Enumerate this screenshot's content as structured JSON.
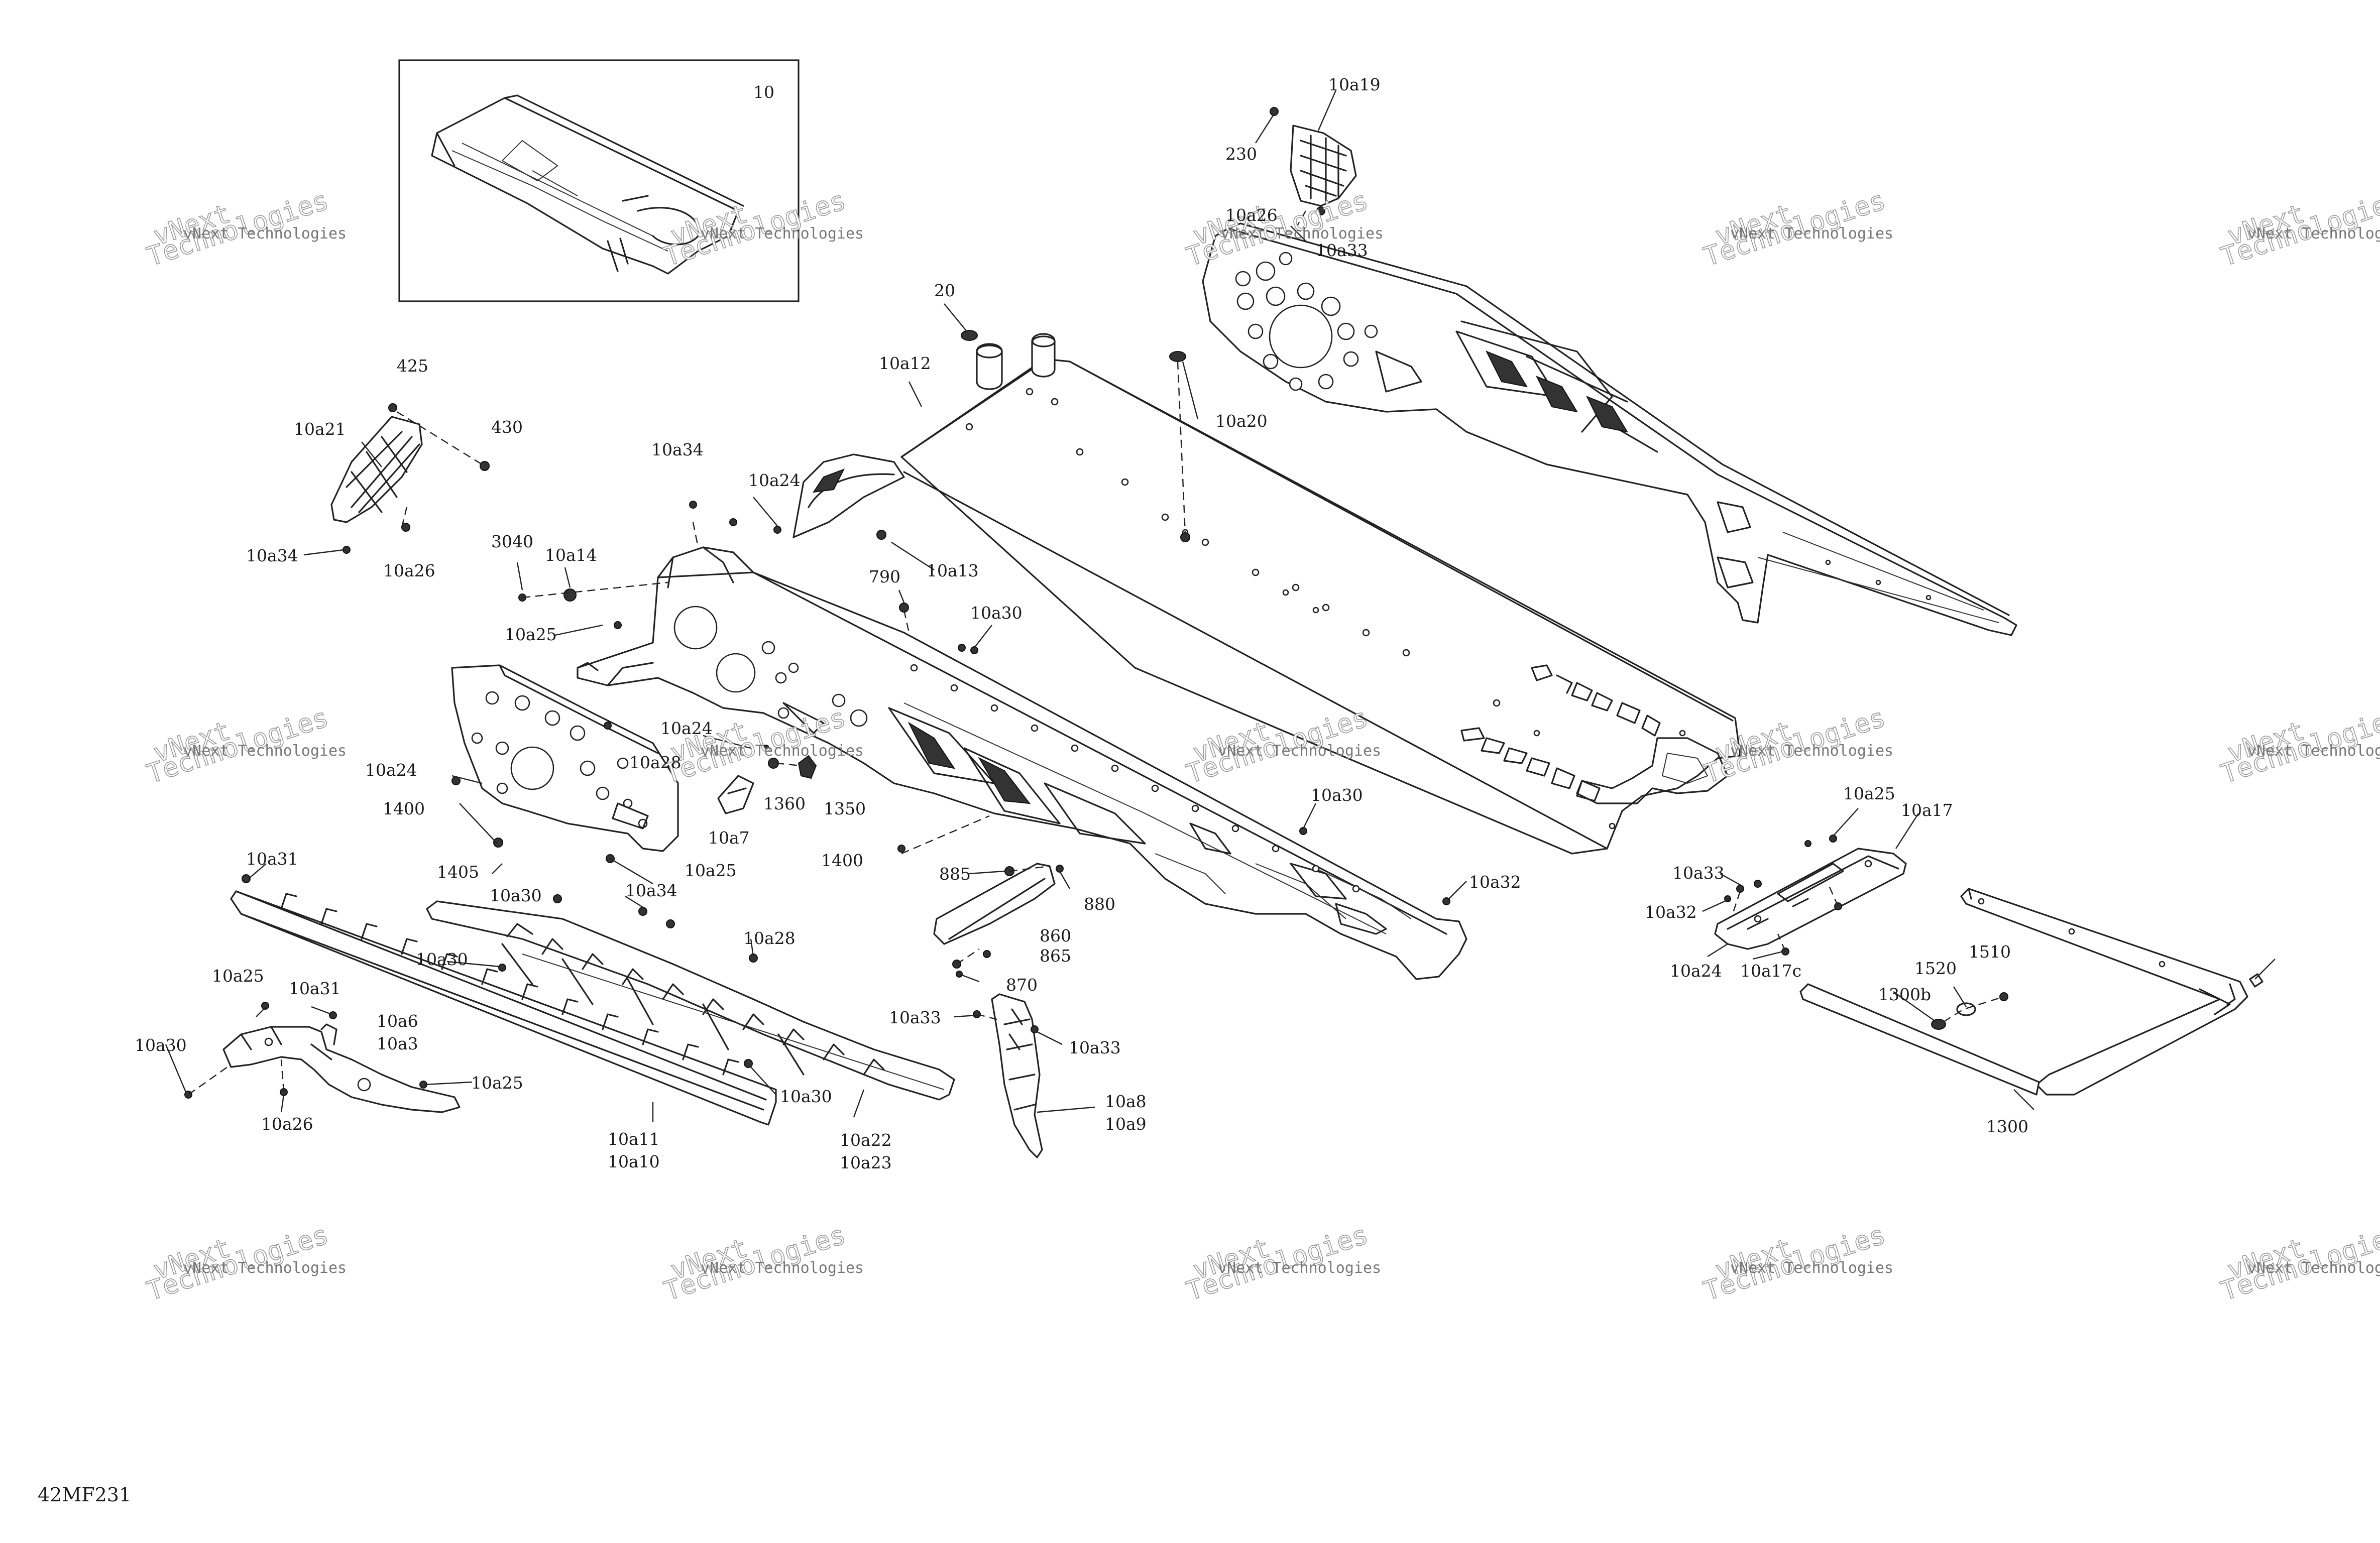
{
  "drawing_code": "42MF231",
  "inset": {
    "label": "10"
  },
  "watermark": {
    "line1": "vNext",
    "line2": "Technologies",
    "mono": "vNext Technologies"
  },
  "callouts": [
    "10",
    "10a19",
    "230",
    "10a26",
    "10a33",
    "20",
    "10a12",
    "10a20",
    "425",
    "430",
    "10a21",
    "10a34",
    "10a26",
    "10a34",
    "10a24",
    "3040",
    "10a14",
    "10a13",
    "790",
    "10a25",
    "10a30",
    "10a24",
    "10a28",
    "10a24",
    "1400",
    "1360",
    "1350",
    "10a7",
    "1405",
    "10a25",
    "1400",
    "10a30",
    "10a32",
    "10a25",
    "10a17",
    "10a33",
    "10a32",
    "10a24",
    "10a17c",
    "10a31",
    "10a30",
    "10a34",
    "885",
    "880",
    "860",
    "865",
    "10a28",
    "10a30",
    "870",
    "10a25",
    "10a31",
    "10a6",
    "10a3",
    "10a33",
    "10a33",
    "1510",
    "1520",
    "1300b",
    "10a30",
    "10a25",
    "10a30",
    "10a8",
    "10a9",
    "10a26",
    "10a11",
    "10a10",
    "10a22",
    "10a23",
    "1300"
  ]
}
